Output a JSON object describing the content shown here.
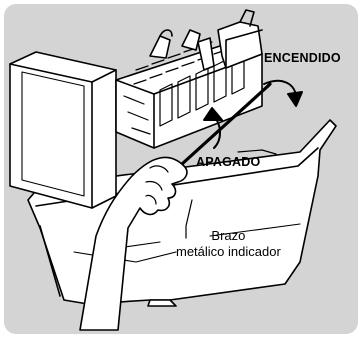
{
  "diagram": {
    "labels": {
      "on": "ENCENDIDO",
      "off": "APAGADO",
      "arm_line1": "Brazo",
      "arm_line2": "metálico indicador"
    },
    "colors": {
      "panel_background": "#d4d4d4",
      "line": "#000000",
      "fill_white": "#ffffff"
    }
  }
}
